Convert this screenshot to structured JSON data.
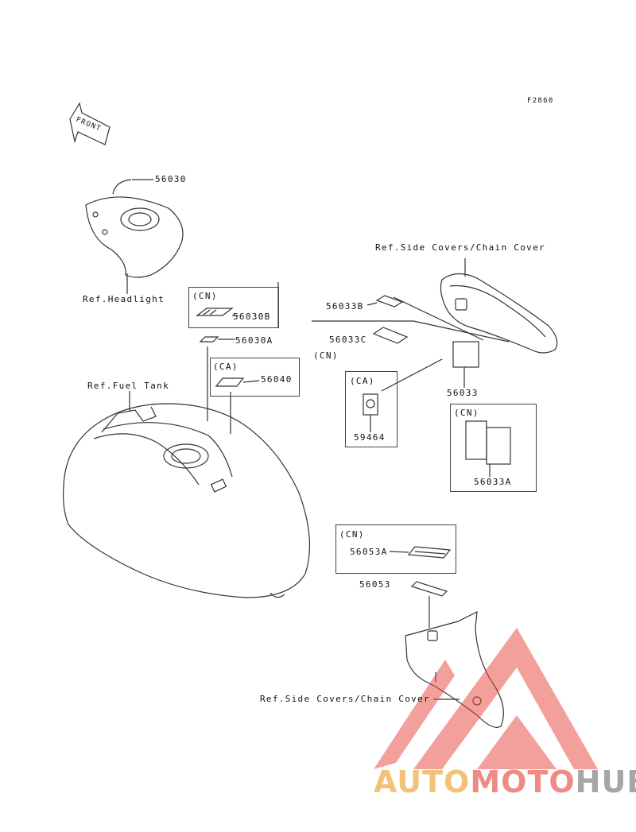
{
  "figure_code": "F2860",
  "front_label": "FRONT",
  "labels": {
    "p56030": "56030",
    "ref_headlight": "Ref.Headlight",
    "cn1": "(CN)",
    "p56030B": "56030B",
    "p56030A": "56030A",
    "ca1": "(CA)",
    "p56040": "56040",
    "ref_fuel_tank": "Ref.Fuel Tank",
    "ref_side_covers_top": "Ref.Side Covers/Chain Cover",
    "p56033B": "56033B",
    "p56033C": "56033C",
    "cn2": "(CN)",
    "ca2": "(CA)",
    "p59464": "59464",
    "p56033": "56033",
    "cn3": "(CN)",
    "p56033A": "56033A",
    "cn4": "(CN)",
    "p56053A": "56053A",
    "p56053": "56053",
    "ref_side_covers_bottom": "Ref.Side Covers/Chain Cover"
  },
  "watermark": {
    "part1": "AUTO",
    "part2": "MOTO",
    "part3": "HUB"
  },
  "colors": {
    "line": "#333333",
    "watermark_red": "#e8413a",
    "watermark_orange": "#f2c27a",
    "watermark_gray": "#a6a6a6"
  }
}
